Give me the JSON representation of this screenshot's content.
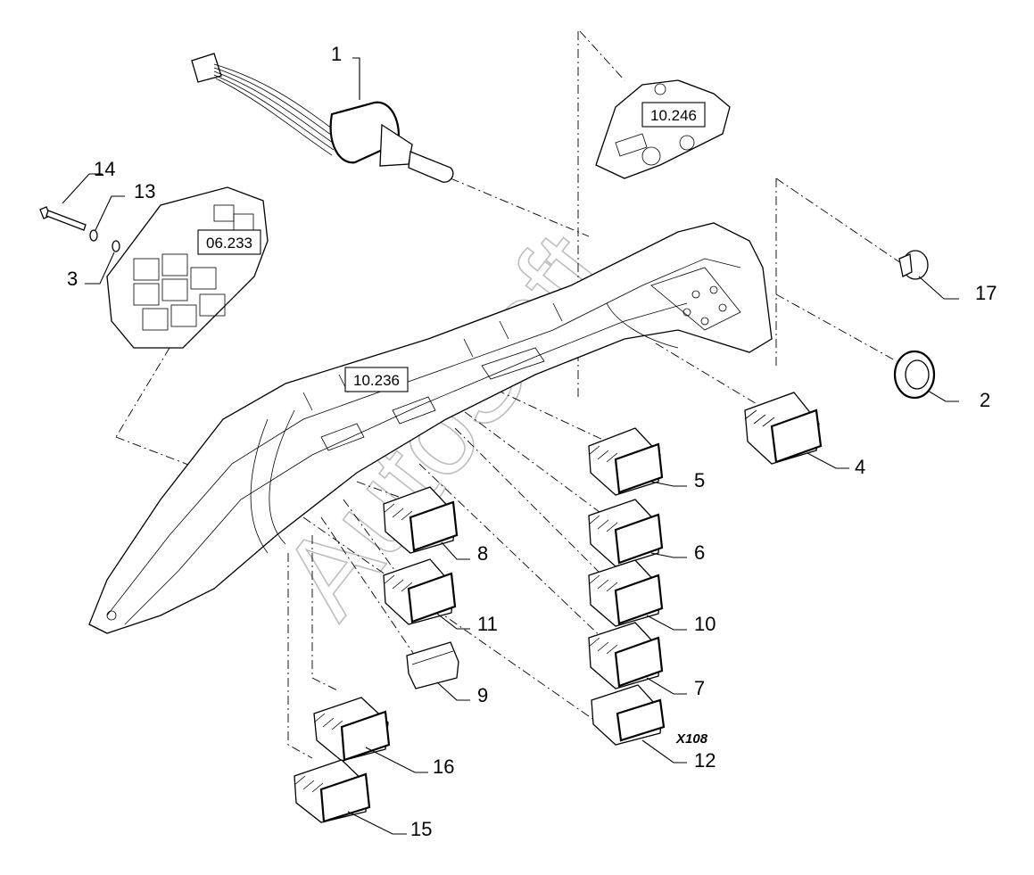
{
  "diagram": {
    "callouts": [
      "1",
      "2",
      "3",
      "4",
      "5",
      "6",
      "7",
      "8",
      "9",
      "10",
      "11",
      "12",
      "13",
      "14",
      "15",
      "16",
      "17"
    ],
    "reference_boxes": [
      "10.246",
      "06.233",
      "10.236"
    ],
    "part_code": "X108",
    "watermark": "AutoSoft"
  }
}
